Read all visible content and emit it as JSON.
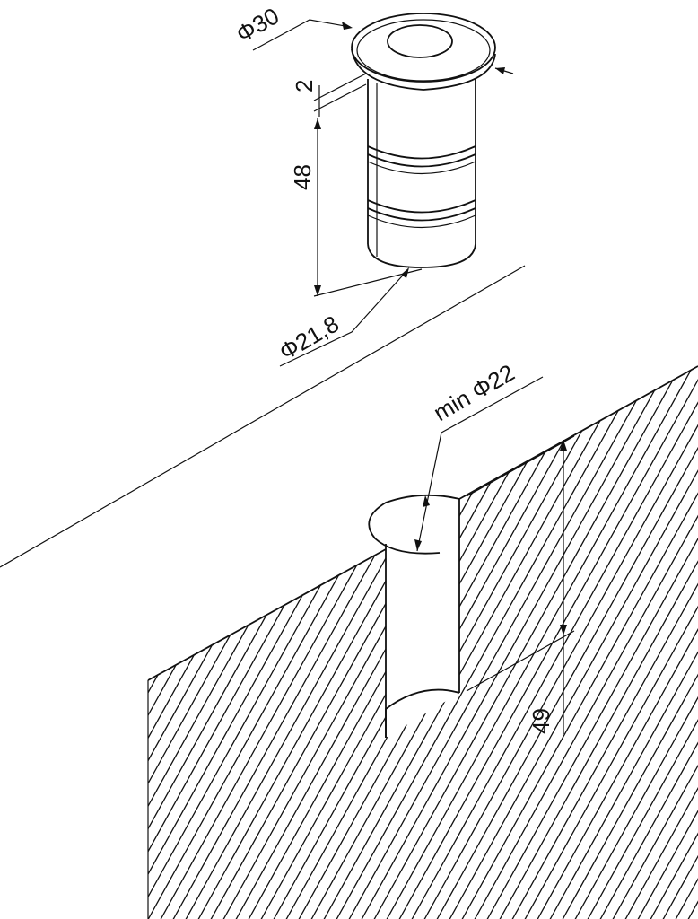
{
  "fixture": {
    "head_diameter": "Φ30",
    "flange_thickness": "2",
    "body_length": "48",
    "body_diameter": "Φ21,8"
  },
  "hole": {
    "min_diameter": "min Φ22",
    "depth": "49"
  }
}
